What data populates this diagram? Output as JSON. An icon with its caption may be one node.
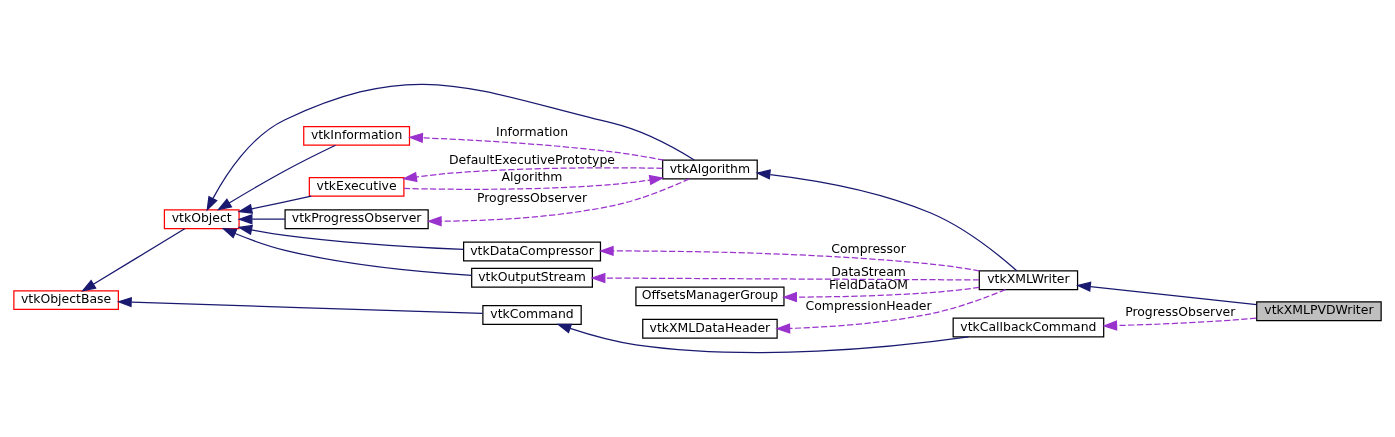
{
  "diagram": {
    "nodes": [
      {
        "text": [
          "vtkXMLPVDWriter"
        ]
      },
      {
        "text": [
          "vtkXMLWriter"
        ]
      },
      {
        "text": [
          "vtkAlgorithm"
        ]
      },
      {
        "text": [
          "vtkObject"
        ]
      },
      {
        "text": [
          "vtkObjectBase"
        ]
      },
      {
        "text": [
          "vtkInformation"
        ]
      },
      {
        "text": [
          "vtkExecutive"
        ]
      },
      {
        "text": [
          "vtkProgressObserver"
        ]
      },
      {
        "text": [
          "vtkDataCompressor"
        ]
      },
      {
        "text": [
          "vtkOutputStream"
        ]
      },
      {
        "text": [
          "OffsetsManagerGroup"
        ]
      },
      {
        "text": [
          "vtkXMLDataHeader"
        ]
      },
      {
        "text": [
          "vtkCallbackCommand"
        ]
      },
      {
        "text": [
          "vtkCommand"
        ]
      }
    ],
    "edges": [
      {
        "from": 0,
        "to": 1,
        "arrow": "to"
      },
      {
        "from": 1,
        "to": 2,
        "arrow": "to"
      },
      {
        "from": 2,
        "to": 3,
        "arrow": "to"
      },
      {
        "from": 3,
        "to": 4,
        "arrow": "to"
      },
      {
        "from": 5,
        "to": 3,
        "arrow": "to"
      },
      {
        "from": 6,
        "to": 3,
        "arrow": "to"
      },
      {
        "from": 7,
        "to": 3,
        "arrow": "to"
      },
      {
        "from": 8,
        "to": 3,
        "arrow": "to"
      },
      {
        "from": 9,
        "to": 3,
        "arrow": "to"
      },
      {
        "from": 12,
        "to": 13,
        "arrow": "to"
      },
      {
        "from": 13,
        "to": 4,
        "arrow": "to"
      },
      {
        "from": 2,
        "to": 5,
        "arrow": "to",
        "label": "Information",
        "style": "dashed",
        "color": "#9a32cd"
      },
      {
        "from": 2,
        "to": 7,
        "arrow": "to",
        "label": "ProgressObserver",
        "style": "dashed",
        "color": "#9a32cd"
      },
      {
        "from": 6,
        "to": 2,
        "arrow": "to",
        "label": "Algorithm",
        "style": "dashed",
        "color": "#9a32cd"
      },
      {
        "from": 2,
        "to": 6,
        "arrow": "to",
        "label": "DefaultExecutivePrototype",
        "style": "dashed",
        "color": "#9a32cd"
      },
      {
        "from": 1,
        "to": 8,
        "arrow": "to",
        "label": "Compressor",
        "style": "dashed",
        "color": "#9a32cd"
      },
      {
        "from": 1,
        "to": 9,
        "arrow": "to",
        "label": "DataStream",
        "style": "dashed",
        "color": "#9a32cd"
      },
      {
        "from": 1,
        "to": 10,
        "arrow": "to",
        "label": "FieldDataOM",
        "style": "dashed",
        "color": "#9a32cd"
      },
      {
        "from": 1,
        "to": 11,
        "arrow": "to",
        "label": "CompressionHeader",
        "style": "dashed",
        "color": "#9a32cd"
      },
      {
        "from": 0,
        "to": 12,
        "arrow": "to",
        "label": "ProgressObserver",
        "style": "dashed",
        "color": "#9a32cd"
      }
    ]
  }
}
